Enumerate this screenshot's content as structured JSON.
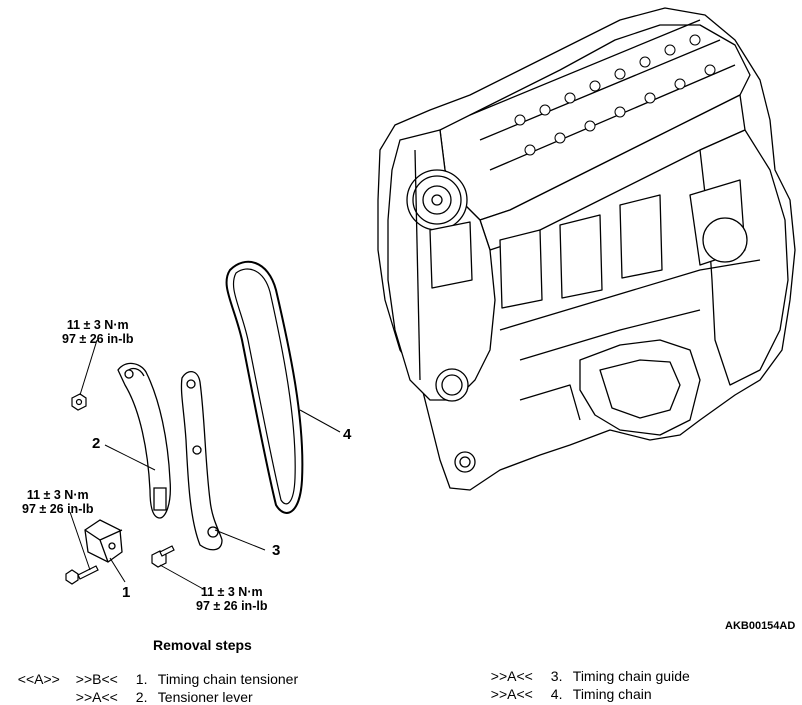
{
  "figure_id": "AKB00154AD",
  "torque_specs": [
    {
      "metric": "11 ± 3 N·m",
      "imperial": "97 ± 26 in-lb"
    },
    {
      "metric": "11 ± 3 N·m",
      "imperial": "97 ± 26 in-lb"
    },
    {
      "metric": "11 ± 3 N·m",
      "imperial": "97 ± 26 in-lb"
    }
  ],
  "callouts": [
    "1",
    "2",
    "3",
    "4"
  ],
  "removal_steps": {
    "title": "Removal steps",
    "items": [
      {
        "install_tag": "<<A>>",
        "removal_tag": ">>B<<",
        "number": "1.",
        "label": "Timing chain tensioner"
      },
      {
        "install_tag": "",
        "removal_tag": ">>A<<",
        "number": "2.",
        "label": "Tensioner lever"
      },
      {
        "install_tag": "",
        "removal_tag": ">>A<<",
        "number": "3.",
        "label": "Timing chain guide"
      },
      {
        "install_tag": "",
        "removal_tag": ">>A<<",
        "number": "4.",
        "label": "Timing chain"
      }
    ]
  }
}
